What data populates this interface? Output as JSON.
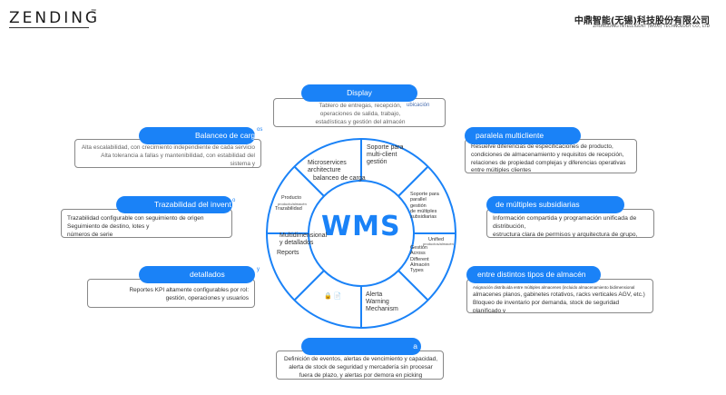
{
  "header": {
    "logo": "ZENDING",
    "logo_tm": "™",
    "company_zh": "中鼎智能(无锡)科技股份有限公司",
    "company_en": "ZHONGDING INTELLIGENT (WUXI) TECHNOLOGY CO., LTD"
  },
  "center": {
    "label": "WMS"
  },
  "colors": {
    "accent": "#1a82f7",
    "card_border": "#888888"
  },
  "segments": {
    "microservices": "Microservices\narchitecture",
    "balancing": "balanceo de carga",
    "multi_client": "Soporte para\nmulti-client\ngestión",
    "parallel": "Soporte para\nparallel\ngestión\nde múltiples\nsubsidiarias",
    "unified": "Unified",
    "unified_sub": "productos/almacén",
    "across": "Gestión\nAcross\nDifferent\nAlmacén\nTypes",
    "warning": "Alerta\nWarning\nMechanism",
    "icons": "🔒 📄",
    "multidim": "Multidimensional\ny detallados",
    "reports": "Reports",
    "product": "Producto",
    "product_sub": "producto/almacén",
    "trace": "Trazabilidad"
  },
  "cards": {
    "display": {
      "pill": "Display",
      "pill_extra": "ubicación",
      "body": "Tablero de entregas, recepción,\noperaciones de salida, trabajo,\nestadísticas y gestión del almacén"
    },
    "load_balancing": {
      "pill": "Balanceo de carga",
      "pill_extra": "os",
      "body": "Alta escalabilidad, con crecimiento independiente de cada servicio\nAlta tolerancia a fallas y mantenibilidad, con estabilidad del sistema y\nasignación automática de recursos"
    },
    "multi_client": {
      "pill": "paralela multicliente",
      "body": "Resuelve diferencias de especificaciones de producto,\ncondiciones de almacenamiento y requisitos de recepción,\nrelaciones de propiedad complejas y diferencias operativas\nentre múltiples clientes"
    },
    "traceability": {
      "pill": "Trazabilidad del invent",
      "pill_extra": "o",
      "body": "Trazabilidad configurable con seguimiento de origen\nSeguimiento de destino, lotes y\nnúmeros de serie"
    },
    "subsidiaries": {
      "pill": "de múltiples subsidiarias",
      "body": "Información compartida y programación unificada de distribución,\nestructura clara de permisos y arquitectura de grupo,\nmodelo multimarca y multinegocio"
    },
    "reports": {
      "pill": "detallados",
      "pill_extra": "y",
      "body": "Reportes KPI altamente configurables por rol:\ngestión, operaciones y usuarios"
    },
    "warehouse_types": {
      "pill": "entre distintos tipos de almacén",
      "body_small": "Asignación distribuida entre múltiples almacenes (incluido almacenamiento bidimensional",
      "body": "almacenes planos, gabinetes rotativos, racks verticales AGV, etc.)\nBloqueo de inventario por demanda, stock de seguridad planificado y\nverificación de integridad del inventario"
    },
    "warning": {
      "pill": "a",
      "body": "Definición de eventos, alertas de vencimiento y capacidad,\nalerta de stock de seguridad y mercadería sin procesar\nfuera de plazo, y alertas por demora en picking"
    }
  }
}
